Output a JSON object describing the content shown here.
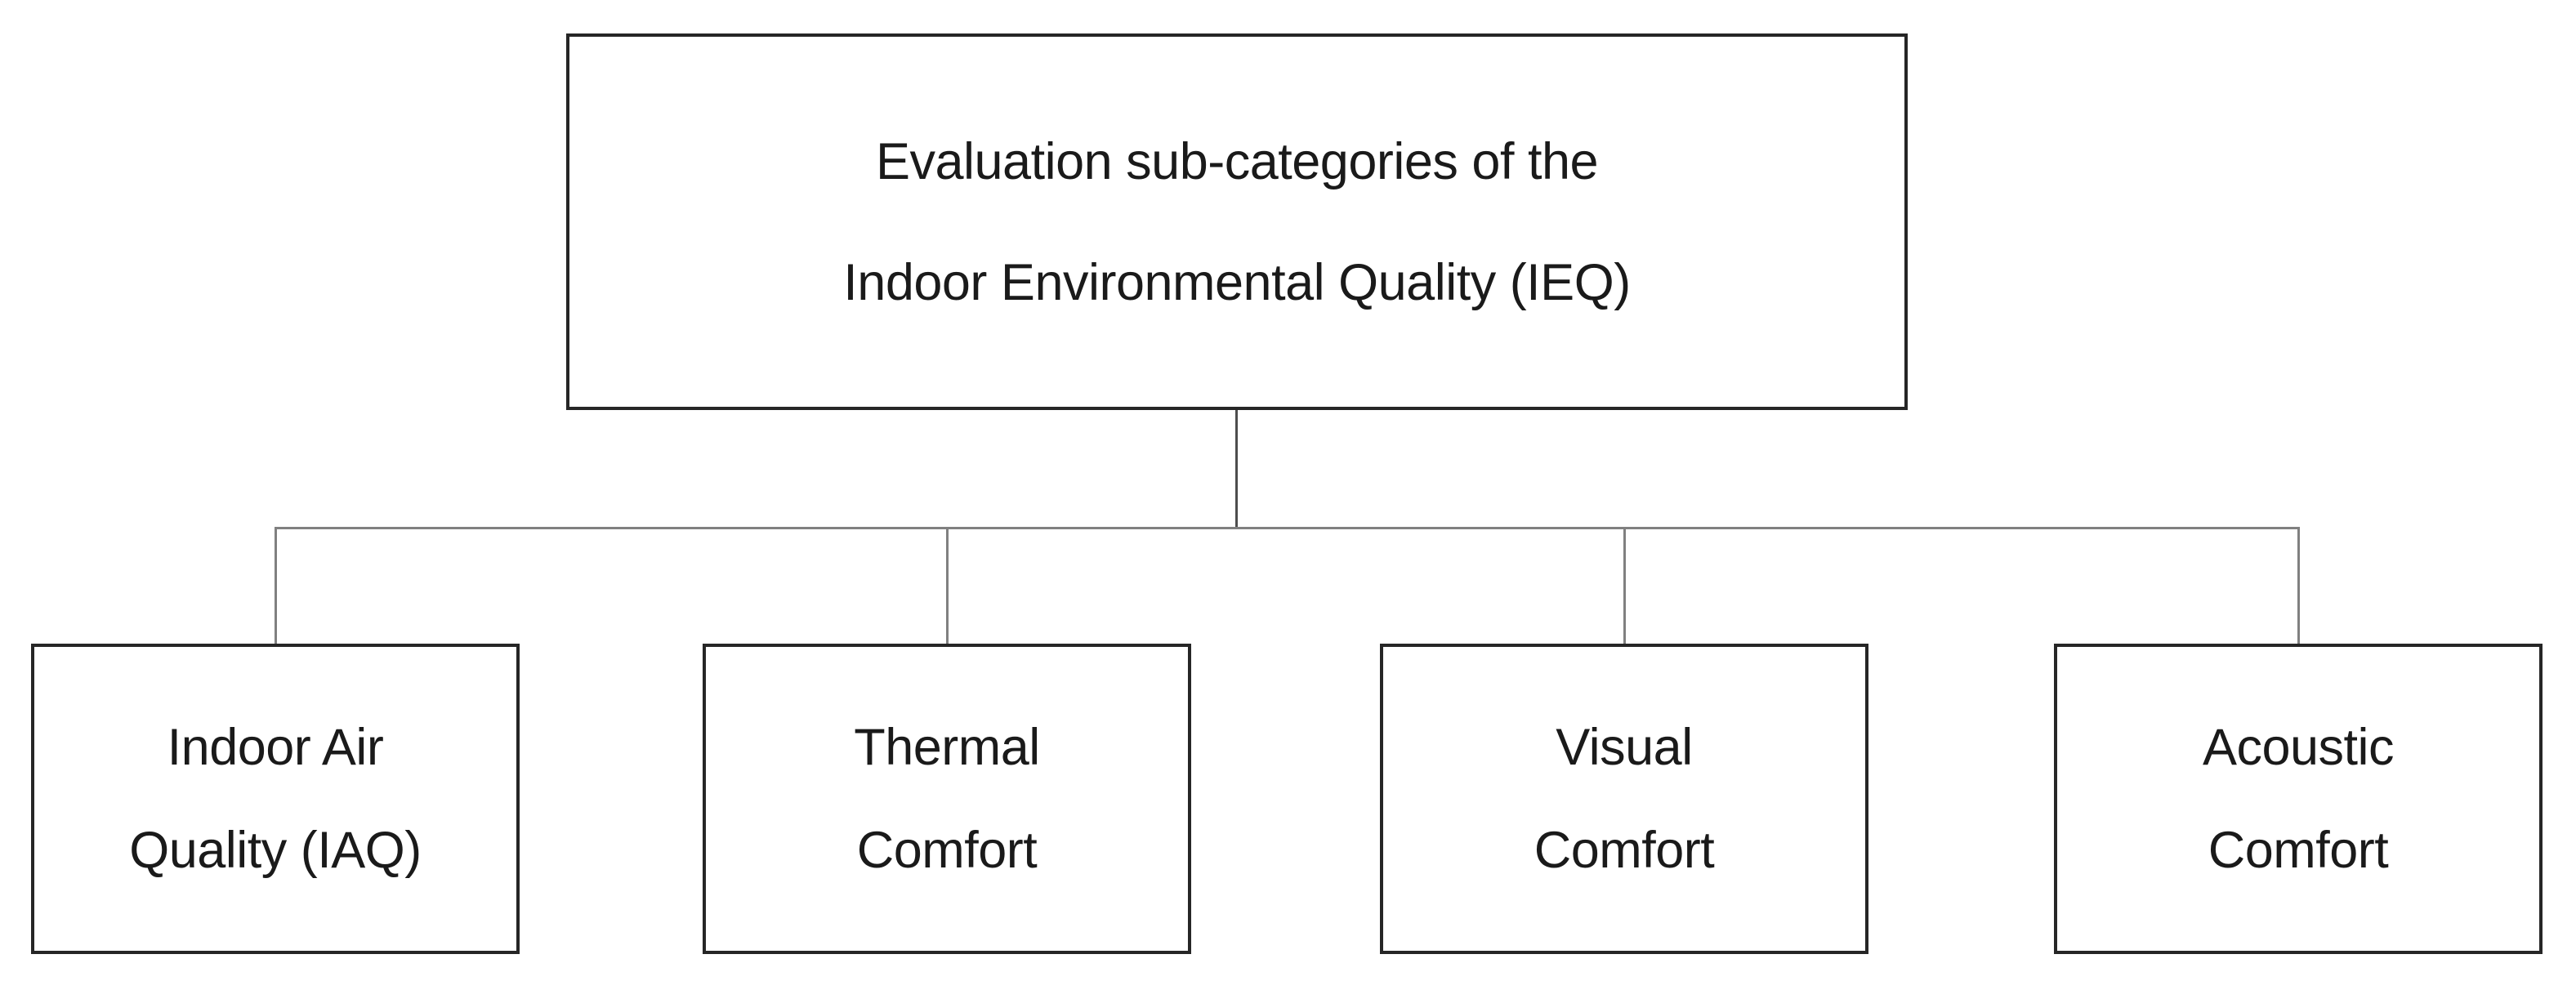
{
  "diagram": {
    "title": "Evaluation sub-categories of the Indoor Environmental Quality (IEQ)",
    "root": {
      "line1": "Evaluation sub-categories of the",
      "line2": "Indoor Environmental Quality (IEQ)"
    },
    "children": [
      {
        "id": "indoor-air-quality",
        "line1": "Indoor Air",
        "line2": "Quality (IAQ)"
      },
      {
        "id": "thermal-comfort",
        "line1": "Thermal",
        "line2": "Comfort"
      },
      {
        "id": "visual-comfort",
        "line1": "Visual",
        "line2": "Comfort"
      },
      {
        "id": "acoustic-comfort",
        "line1": "Acoustic",
        "line2": "Comfort"
      }
    ],
    "colors": {
      "background": "#ffffff",
      "text": "#1a1a1a",
      "box_border": "#262626",
      "connector_stem": "#4d4d4d",
      "connector_branch": "#808080"
    }
  }
}
